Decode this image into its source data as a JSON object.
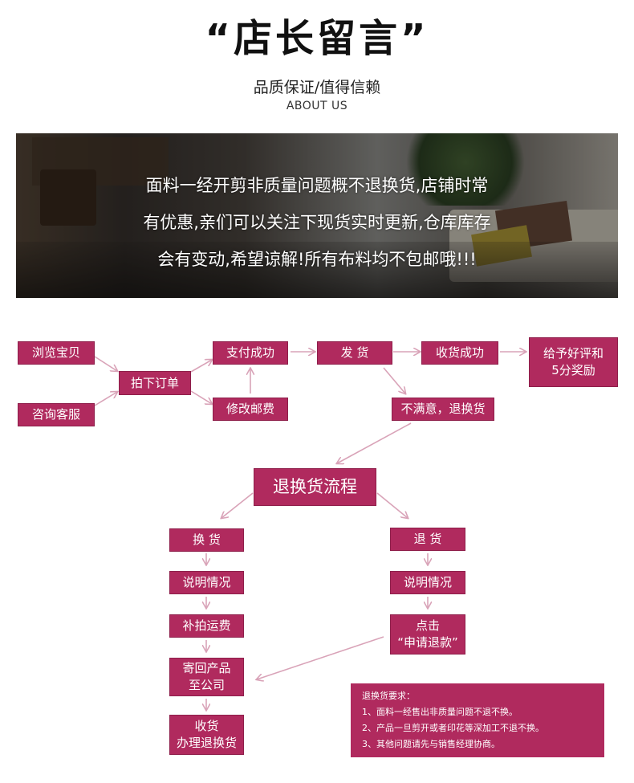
{
  "header": {
    "title": "“店长留言”",
    "subtitle": "品质保证/值得信赖",
    "about": "ABOUT US"
  },
  "banner": {
    "lines": [
      "面料一经开剪非质量问题概不退换货,店铺时常",
      "有优惠,亲们可以关注下现货实时更新,仓库库存",
      "会有变动,希望谅解!所有布料均不包邮哦!!!"
    ]
  },
  "flow": {
    "browse": "浏览宝贝",
    "consult": "咨询客服",
    "order": "拍下订单",
    "pay": "支付成功",
    "modify_postage": "修改邮费",
    "ship": "发 货",
    "received": "收货成功",
    "review_line1": "给予好评和",
    "review_line2": "5分奖励",
    "unsatisfied": "不满意，退换货",
    "return_process": "退换货流程"
  },
  "exchange": {
    "title": "换 货",
    "explain": "说明情况",
    "pay_shipping": "补拍运费",
    "send_back_line1": "寄回产品",
    "send_back_line2": "至公司",
    "receive_line1": "收货",
    "receive_line2": "办理退换货"
  },
  "refund": {
    "title": "退 货",
    "explain": "说明情况",
    "click_line1": "点击",
    "click_line2": "“申请退款”"
  },
  "requirements": {
    "heading": "退换货要求：",
    "items": [
      "1、面料一经售出非质量问题不退不换。",
      "2、产品一旦剪开或者印花等深加工不退不换。",
      "3、其他问题请先与销售经理协商。"
    ]
  },
  "colors": {
    "accent": "#b02a5e",
    "arrow": "#d9a3b8"
  }
}
